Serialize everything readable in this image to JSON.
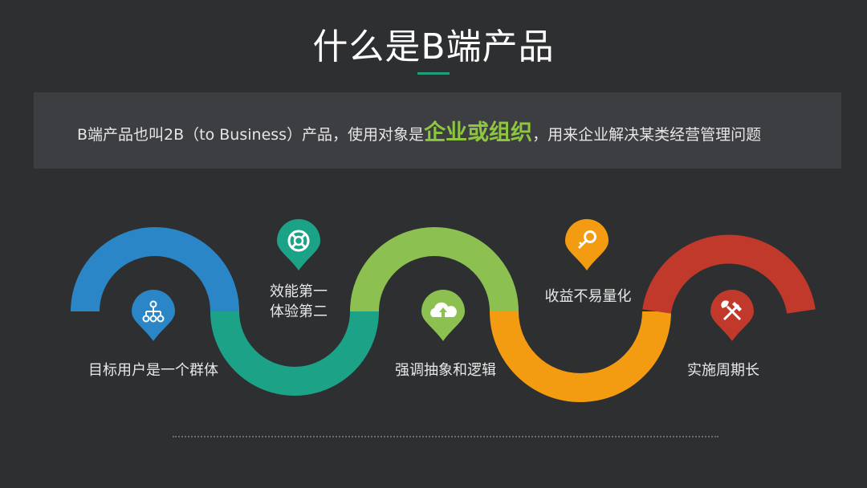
{
  "title": "什么是B端产品",
  "banner": {
    "prefix": "B端产品也叫2B（to Business）产品，使用对象是",
    "highlight": "企业或组织",
    "suffix": "，用来企业解决某类经营管理问题"
  },
  "colors": {
    "blue": "#2a86c6",
    "teal": "#1ca387",
    "green": "#8cc152",
    "orange": "#f39c12",
    "red": "#c0392b"
  },
  "features": [
    {
      "label": "目标用户是一个群体",
      "icon": "hierarchy-icon"
    },
    {
      "label_line1": "效能第一",
      "label_line2": "体验第二",
      "icon": "lifebuoy-icon"
    },
    {
      "label": "强调抽象和逻辑",
      "icon": "cloud-upload-icon"
    },
    {
      "label": "收益不易量化",
      "icon": "key-icon"
    },
    {
      "label": "实施周期长",
      "icon": "tools-icon"
    }
  ]
}
